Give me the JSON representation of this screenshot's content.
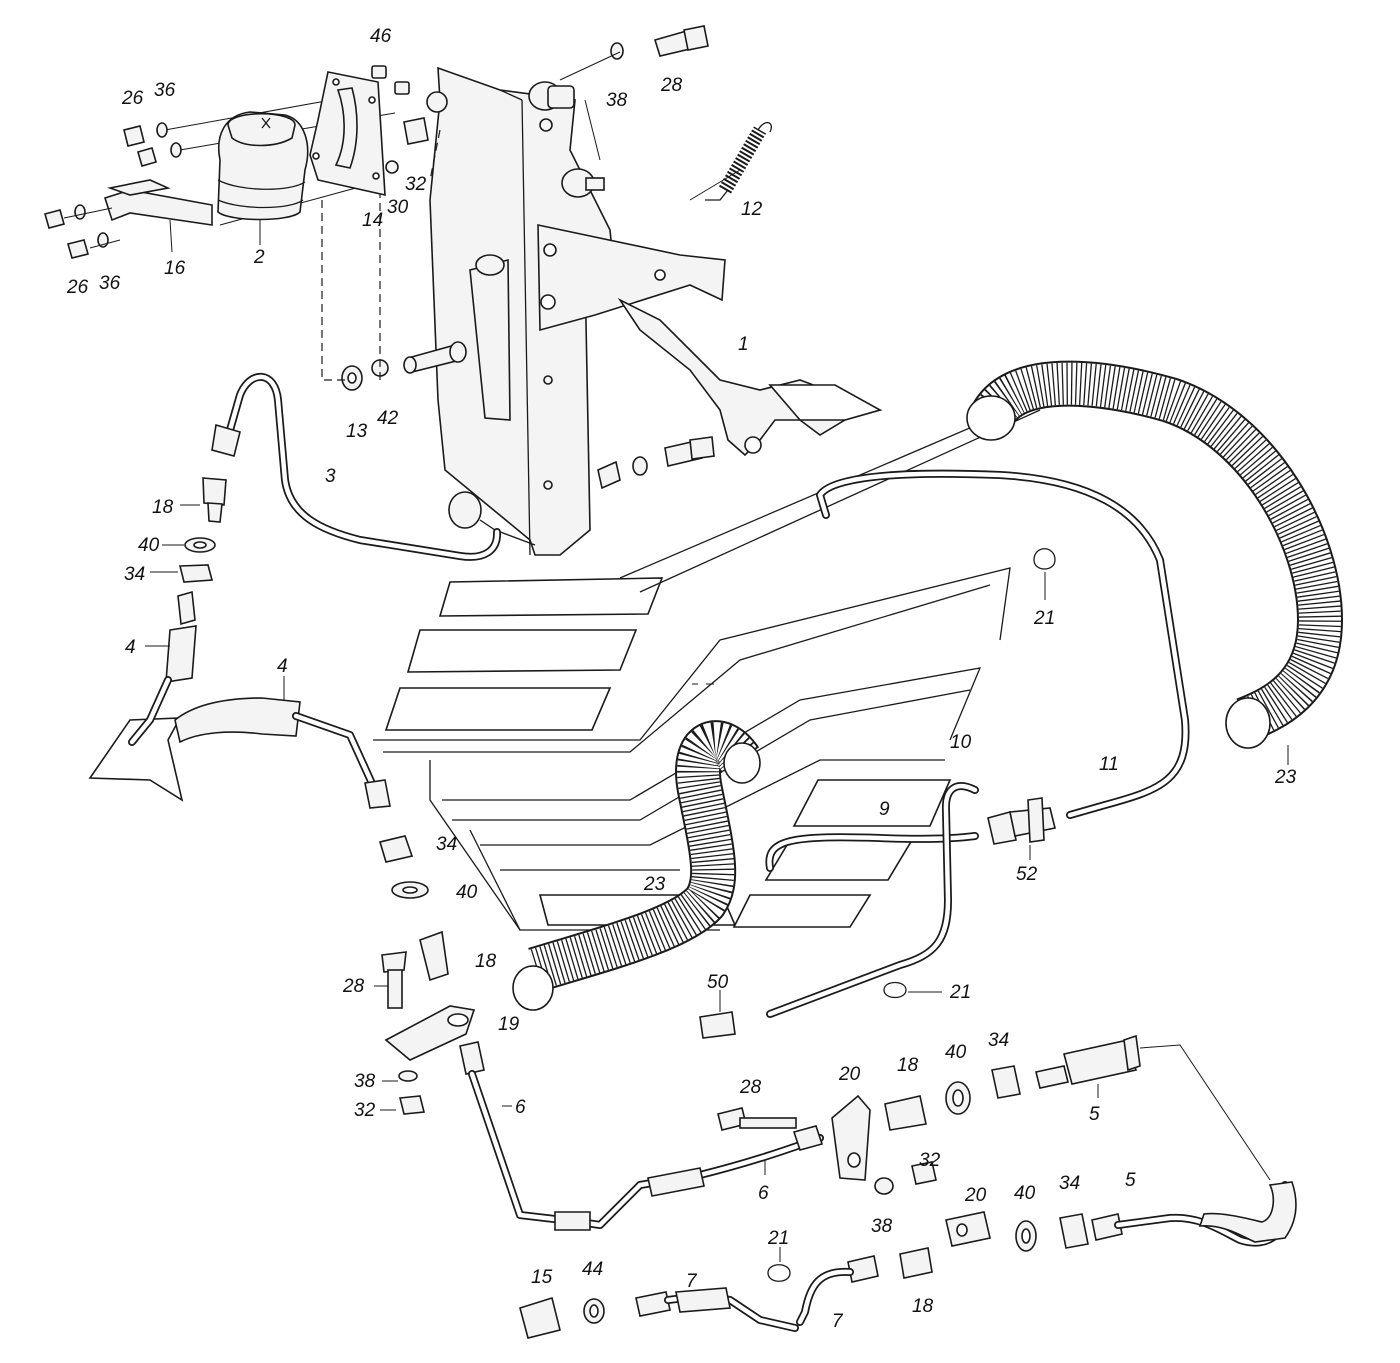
{
  "diagram": {
    "type": "exploded-parts-view",
    "callouts": {
      "c1": "1",
      "c2": "2",
      "c3": "3",
      "c4a": "4",
      "c4b": "4",
      "c5a": "5",
      "c5b": "5",
      "c6a": "6",
      "c6b": "6",
      "c7a": "7",
      "c7b": "7",
      "c9": "9",
      "c10": "10",
      "c11": "11",
      "c12": "12",
      "c13": "13",
      "c14": "14",
      "c15": "15",
      "c16": "16",
      "c18a": "18",
      "c18b": "18",
      "c18c": "18",
      "c18d": "18",
      "c19": "19",
      "c20a": "20",
      "c20b": "20",
      "c21a": "21",
      "c21b": "21",
      "c21c": "21",
      "c23a": "23",
      "c23b": "23",
      "c26a": "26",
      "c26b": "26",
      "c28a": "28",
      "c28b": "28",
      "c28c": "28",
      "c30": "30",
      "c32a": "32",
      "c32b": "32",
      "c32c": "32",
      "c34a": "34",
      "c34b": "34",
      "c34c": "34",
      "c34d": "34",
      "c36a": "36",
      "c36b": "36",
      "c38a": "38",
      "c38b": "38",
      "c38c": "38",
      "c40a": "40",
      "c40b": "40",
      "c40c": "40",
      "c40d": "40",
      "c42": "42",
      "c44": "44",
      "c46": "46",
      "c50": "50",
      "c52": "52"
    }
  }
}
